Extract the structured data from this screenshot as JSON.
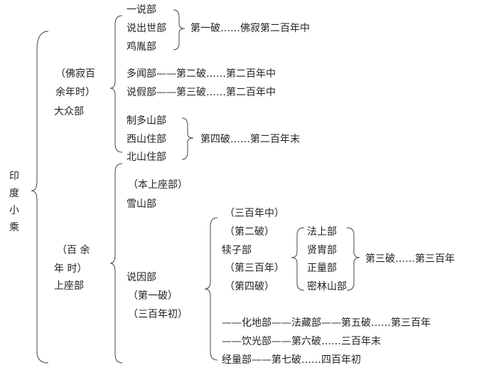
{
  "root": {
    "label": "印度小乘"
  },
  "mahasanghika": {
    "label_1": "（佛寂百",
    "label_2": "余年时）",
    "label_3": "大众部",
    "group1": {
      "items": [
        "一说部",
        "说出世部",
        "鸡胤部"
      ],
      "note": "第一破……佛寂第二百年中"
    },
    "duowen": "多闻部——第二破……第二百年中",
    "shuojia": "说假部——第三破……第二百年中",
    "group4": {
      "items": [
        "制多山部",
        "西山住部",
        "北山住部"
      ],
      "note": "第四破……第二百年末"
    }
  },
  "sthavira": {
    "label_1": "（百 余",
    "label_2": "年 时）",
    "label_3": "上座部",
    "benshangzuo": "（本上座部）",
    "xueshan": "雪山部",
    "shuoyin_1": "说因部",
    "shuoyin_2": "（第一破）",
    "shuoyin_3": "（三百年初）",
    "sub": {
      "a": "（三百年中）",
      "b": "（第二破）",
      "c": "犊子部",
      "d": "（第三百年）",
      "e": "（第四破）",
      "children": [
        "法上部",
        "贤胄部",
        "正量部",
        "密林山部"
      ],
      "note": "第三破……第三百年"
    },
    "huadi": "——化地部——法藏部——第五破……第三百年",
    "yinguang": "——饮光部——第六破……三百年末",
    "jingliang": "经量部——第七破……四百年初"
  }
}
